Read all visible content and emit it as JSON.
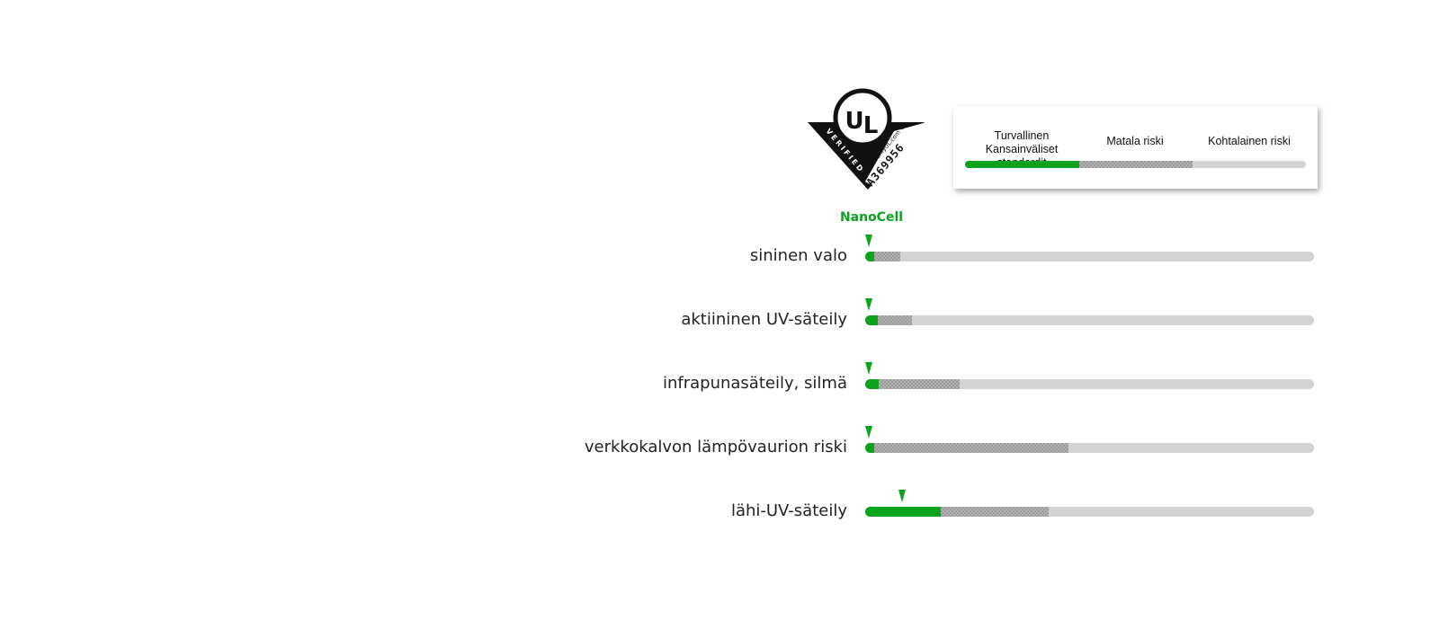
{
  "chart_data": {
    "type": "bar",
    "series_label": "NanoCell",
    "legend": [
      {
        "label": "Turvallinen\nKansainväliset standardit",
        "color": "#0aa31c"
      },
      {
        "label": "Matala riski",
        "color": "#9a9a9a"
      },
      {
        "label": "Kohtalainen riski",
        "color": "#d3d3d3"
      }
    ],
    "scale": [
      0,
      1
    ],
    "categories": [
      "sininen valo",
      "aktiininen UV-säteily",
      "infrapunasäteily, silmä",
      "verkkokalvon lämpövaurion riski",
      "lähi-UV-säteily"
    ],
    "safe_limit": [
      0.02,
      0.028,
      0.03,
      0.02,
      0.168
    ],
    "low_risk_limit": [
      0.078,
      0.104,
      0.21,
      0.453,
      0.409
    ],
    "values": [
      0.01,
      0.01,
      0.01,
      0.01,
      0.083
    ]
  },
  "colors": {
    "green": "#0aa31c",
    "hatch": "#9a9a9a",
    "track": "#d3d3d3"
  }
}
